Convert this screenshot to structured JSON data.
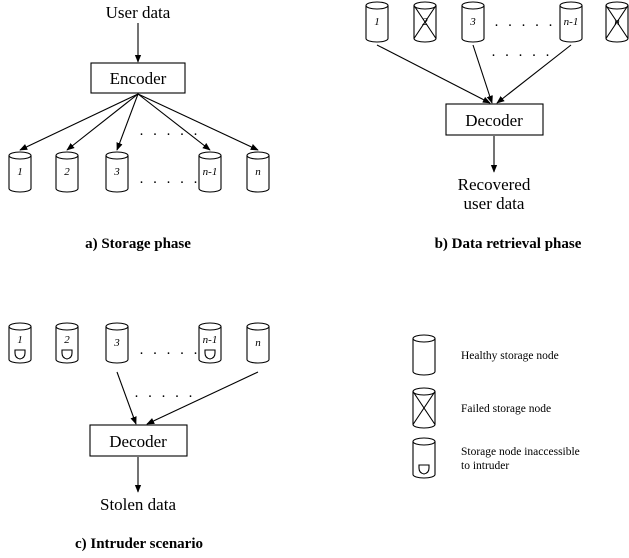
{
  "panel_a": {
    "input_label": "User data",
    "box_label": "Encoder",
    "nodes": [
      "1",
      "2",
      "3",
      "n-1",
      "n"
    ],
    "dots": ". . . . .",
    "caption": "a) Storage phase"
  },
  "panel_b": {
    "nodes": [
      "1",
      "2",
      "3",
      "n-1",
      "n"
    ],
    "failed_nodes": [
      "2",
      "n"
    ],
    "dots": ". . . . .",
    "box_label": "Decoder",
    "output_label_line1": "Recovered",
    "output_label_line2": "user data",
    "caption": "b) Data retrieval phase"
  },
  "panel_c": {
    "nodes": [
      "1",
      "2",
      "3",
      "n-1",
      "n"
    ],
    "inaccessible_nodes": [
      "1",
      "2",
      "n-1"
    ],
    "dots": ". . . . .",
    "box_label": "Decoder",
    "output_label": "Stolen data",
    "caption": "c) Intruder scenario"
  },
  "legend": {
    "healthy": "Healthy storage node",
    "failed": "Failed storage node",
    "inaccessible_line1": "Storage node inaccessible",
    "inaccessible_line2": "to intruder"
  }
}
